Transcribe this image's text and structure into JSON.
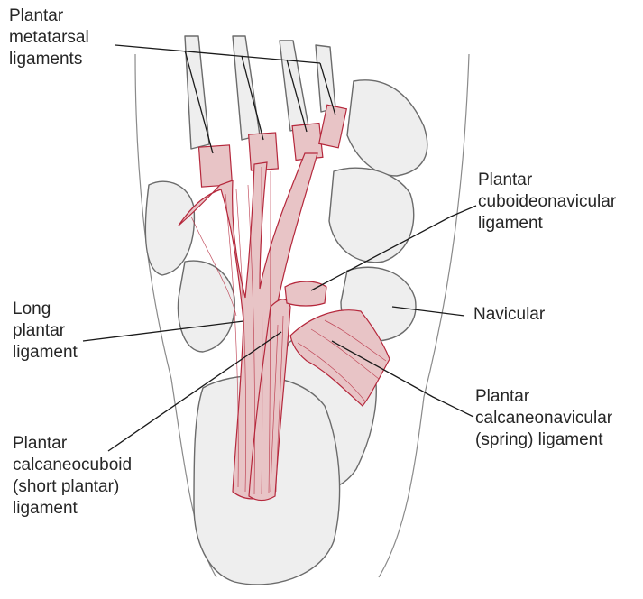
{
  "labels": {
    "plantar_metatarsal": [
      "Plantar",
      "metatarsal",
      "ligaments"
    ],
    "cuboideonavicular": [
      "Plantar",
      "cuboideonavicular",
      "ligament"
    ],
    "navicular": [
      "Navicular"
    ],
    "long_plantar": [
      "Long",
      "plantar",
      "ligament"
    ],
    "calcaneonavicular": [
      "Plantar",
      "calcaneonavicular",
      "(spring) ligament"
    ],
    "calcaneocuboid": [
      "Plantar",
      "calcaneocuboid",
      "(short plantar)",
      "ligament"
    ]
  },
  "colors": {
    "ligament": "#b5283c",
    "ligament_fill": "#e8c4c6",
    "bone_outline": "#6b6b6b",
    "bone_fill": "#ededed",
    "leader_line": "#1a1a1a"
  }
}
